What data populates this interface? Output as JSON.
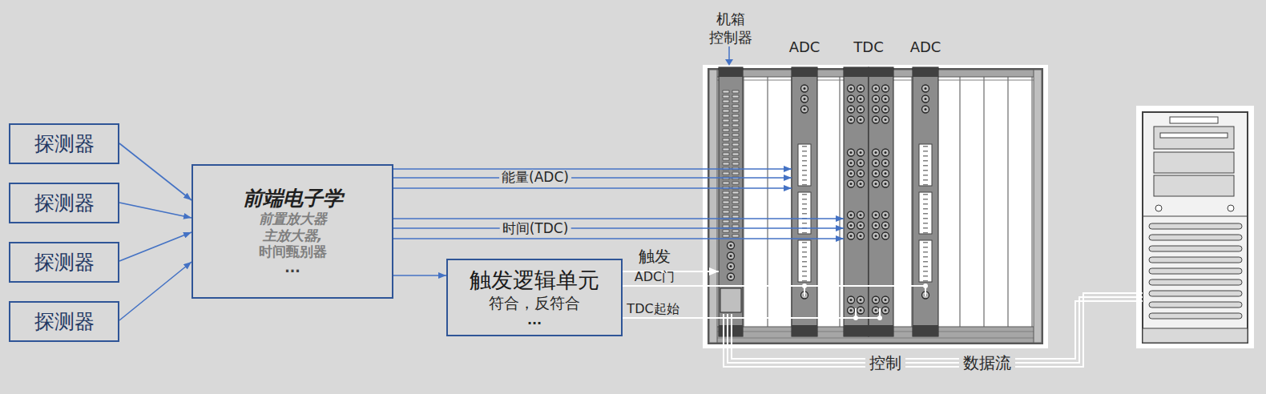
{
  "diagram": {
    "nodes": [
      {
        "text": [
          "探测器"
        ]
      },
      {
        "text": [
          "探测器"
        ]
      },
      {
        "text": [
          "探测器"
        ]
      },
      {
        "text": [
          "探测器"
        ]
      },
      {
        "text": [
          "前端电子学",
          "前置放大器",
          "主放大器,",
          "时间甄别器",
          "..."
        ]
      },
      {
        "text": [
          "触发逻辑单元",
          "符合，反符合",
          "..."
        ]
      },
      {
        "text": [
          "机箱 控制器"
        ]
      },
      {
        "text": [
          "ADC"
        ]
      },
      {
        "text": [
          "TDC"
        ]
      },
      {
        "text": [
          "ADC"
        ]
      }
    ],
    "edges": [
      {
        "from": 0,
        "to": 4,
        "arrow": "to"
      },
      {
        "from": 1,
        "to": 4,
        "arrow": "to"
      },
      {
        "from": 2,
        "to": 4,
        "arrow": "to"
      },
      {
        "from": 3,
        "to": 4,
        "arrow": "to"
      },
      {
        "from": 4,
        "to": 7,
        "arrow": "to"
      },
      {
        "from": 4,
        "to": 7,
        "label": "能量(ADC)",
        "arrow": "to"
      },
      {
        "from": 4,
        "to": 7,
        "arrow": "to"
      },
      {
        "from": 4,
        "to": 8,
        "arrow": "to"
      },
      {
        "from": 4,
        "to": 8,
        "label": "时间(TDC)",
        "arrow": "to"
      },
      {
        "from": 4,
        "to": 8,
        "arrow": "to"
      },
      {
        "from": 4,
        "to": 5,
        "arrow": "to"
      },
      {
        "from": 5,
        "to": 6,
        "label": "触发",
        "arrow": "to"
      },
      {
        "from": 5,
        "to": 7,
        "label": "ADC门",
        "arrow": "none"
      },
      {
        "from": 5,
        "to": 9,
        "arrow": "none"
      },
      {
        "from": 5,
        "to": 8,
        "label": "TDC起始",
        "arrow": "none"
      }
    ],
    "labels": [
      "控制",
      "数据流"
    ]
  }
}
